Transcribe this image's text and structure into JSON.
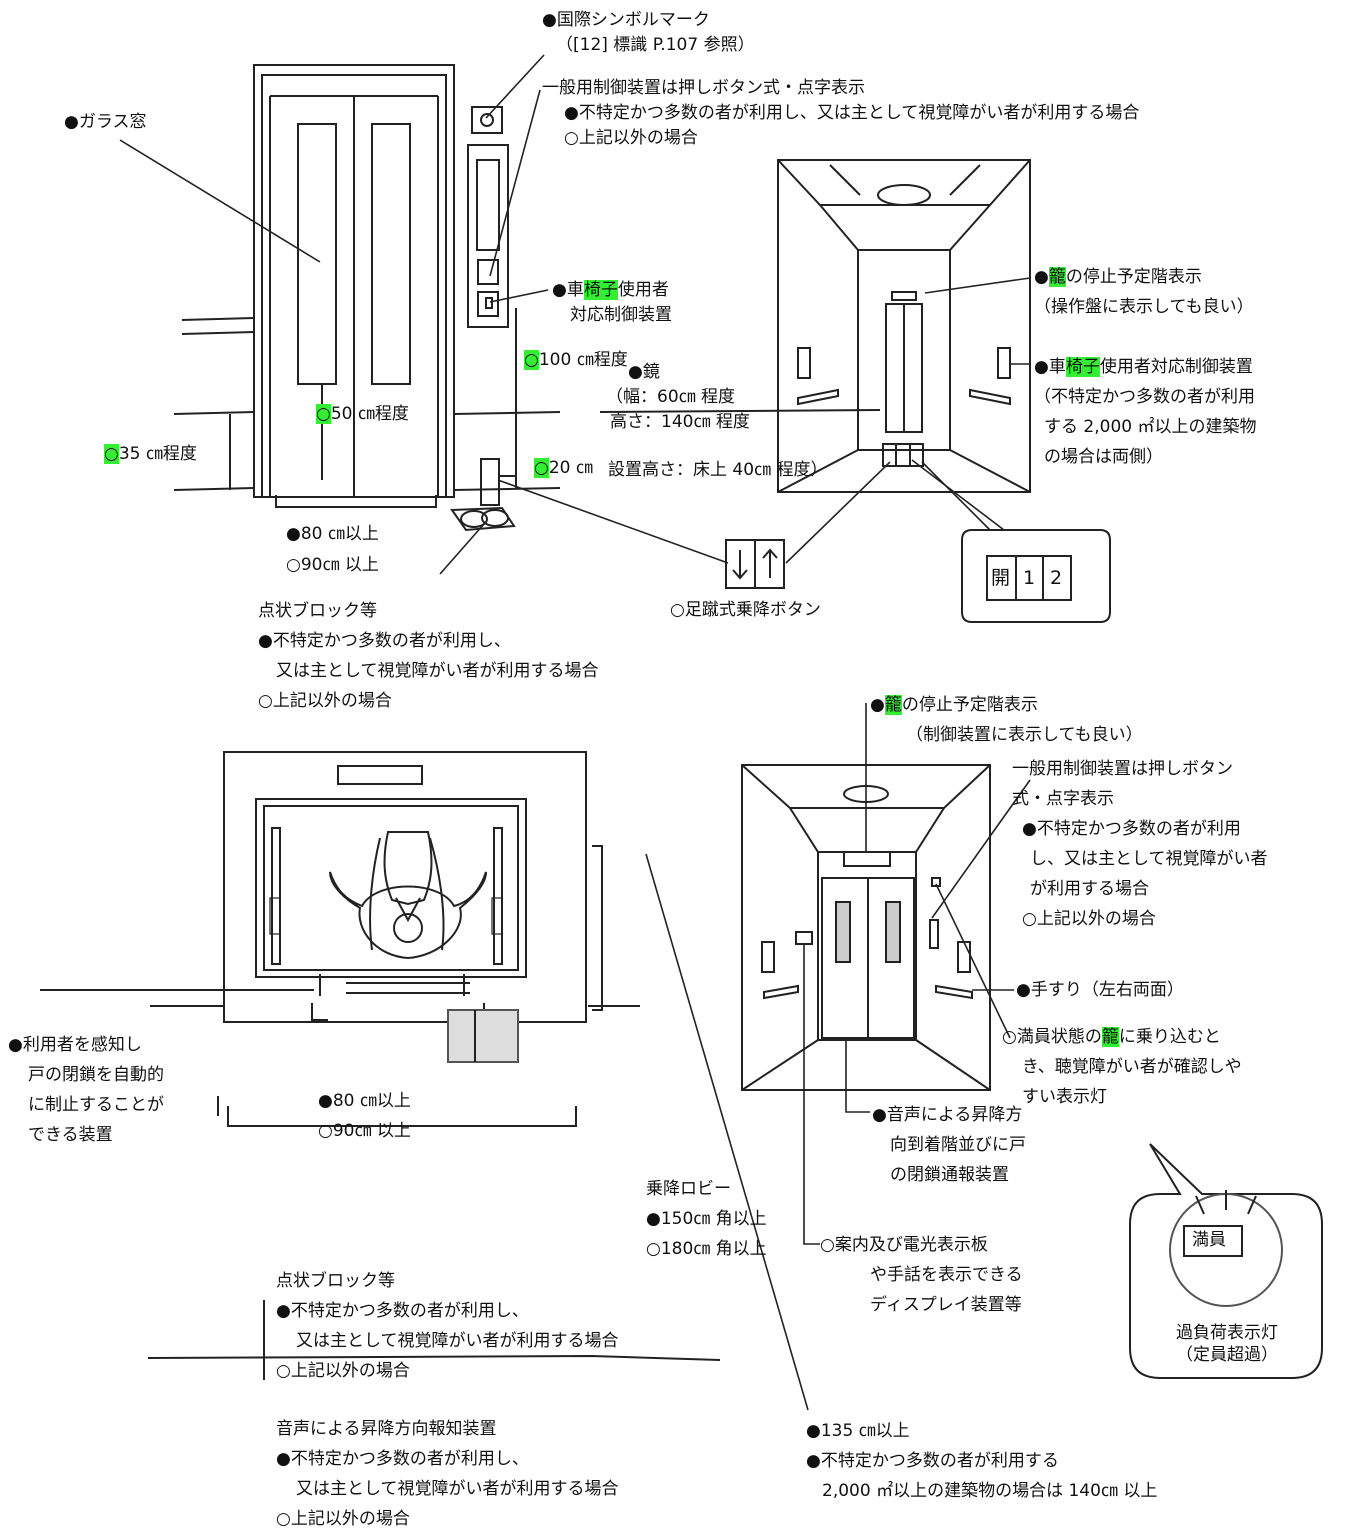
{
  "colors": {
    "highlight": "#33ee33",
    "line": "#222222"
  },
  "top": {
    "symbol_mark": {
      "line1": "●国際シンボルマーク",
      "line2": "（[12] 標識 P.107 参照）"
    },
    "glass_window": "●ガラス窓",
    "general_control": {
      "line1": "一般用制御装置は押しボタン式・点字表示",
      "line2": "●不特定かつ多数の者が利用し、又は主として視覚障がい者が利用する場合",
      "line3": "○上記以外の場合"
    },
    "wheelchair_control": {
      "pre": "●車",
      "hl": "椅子",
      "post": "使用者",
      "line2": "対応制御装置"
    },
    "h100": {
      "mark": "○",
      "text": "100 ㎝程度"
    },
    "h50": {
      "mark": "○",
      "text": "50 ㎝程度"
    },
    "h35": {
      "mark": "○",
      "text": "35 ㎝程度"
    },
    "h20": {
      "mark": "○",
      "text": "20 ㎝"
    },
    "mirror": {
      "line1": "●鏡",
      "line2": "（幅：60㎝ 程度",
      "line3": "高さ：140㎝ 程度",
      "line4": "設置高さ：床上 40㎝ 程度）"
    },
    "door_width": {
      "line1": "●80 ㎝以上",
      "line2": "○90㎝ 以上"
    },
    "tactile_block": {
      "line1": "点状ブロック等",
      "line2": "●不特定かつ多数の者が利用し、",
      "line3": "又は主として視覚障がい者が利用する場合",
      "line4": "○上記以外の場合"
    },
    "foot_button": "○足蹴式乗降ボタン",
    "floor_indicator": {
      "pre": "●",
      "hl": "籠",
      "post": "の停止予定階表示",
      "line2": "（操作盤に表示しても良い）"
    },
    "wheelchair_control_right": {
      "pre": "●車",
      "hl": "椅子",
      "post": "使用者対応制御装置",
      "line2": "（不特定かつ多数の者が利用",
      "line3": "する 2,000 ㎡以上の建築物",
      "line4": "の場合は両側）"
    },
    "callout_panel": {
      "b1": "開",
      "b2": "1",
      "b3": "2"
    }
  },
  "bottom": {
    "floor_indicator": {
      "pre": "●",
      "hl": "籠",
      "post": "の停止予定階表示",
      "line2": "（制御装置に表示しても良い）"
    },
    "general_control": {
      "line1": "一般用制御装置は押しボタン",
      "line2": "式・点字表示",
      "line3": "●不特定かつ多数の者が利用",
      "line4": "し、又は主として視覚障がい者",
      "line5": "が利用する場合",
      "line6": "○上記以外の場合"
    },
    "handrail": "●手すり（左右両面）",
    "full_lamp": {
      "pre": "○満員状態の",
      "hl": "籠",
      "post": "に乗り込むと",
      "line2": "き、聴覚障がい者が確認しや",
      "line3": "すい表示灯"
    },
    "sensor": {
      "line1": "●利用者を感知し",
      "line2": "戸の閉鎖を自動的",
      "line3": "に制止することが",
      "line4": "できる装置"
    },
    "door_width": {
      "line1": "●80 ㎝以上",
      "line2": "○90㎝ 以上"
    },
    "voice_direction": {
      "line1": "●音声による昇降方",
      "line2": "向到着階並びに戸",
      "line3": "の閉鎖通報装置"
    },
    "lobby": {
      "line1": "乗降ロビー",
      "line2": "●150㎝ 角以上",
      "line3": "○180㎝ 角以上"
    },
    "display_board": {
      "line1": "○案内及び電光表示板",
      "line2": "や手話を表示できる",
      "line3": "ディスプレイ装置等"
    },
    "overload_box": {
      "sign": "満員",
      "line1": "過負荷表示灯",
      "line2": "（定員超過）"
    },
    "tactile_block": {
      "line1": "点状ブロック等",
      "line2": "●不特定かつ多数の者が利用し、",
      "line3": "又は主として視覚障がい者が利用する場合",
      "line4": "○上記以外の場合"
    },
    "voice_notice": {
      "line1": "音声による昇降方向報知装置",
      "line2": "●不特定かつ多数の者が利用し、",
      "line3": "又は主として視覚障がい者が利用する場合",
      "line4": "○上記以外の場合"
    },
    "depth": {
      "line1": "●135 ㎝以上",
      "line2": "●不特定かつ多数の者が利用する",
      "line3": "2,000 ㎡以上の建築物の場合は 140㎝ 以上"
    }
  }
}
